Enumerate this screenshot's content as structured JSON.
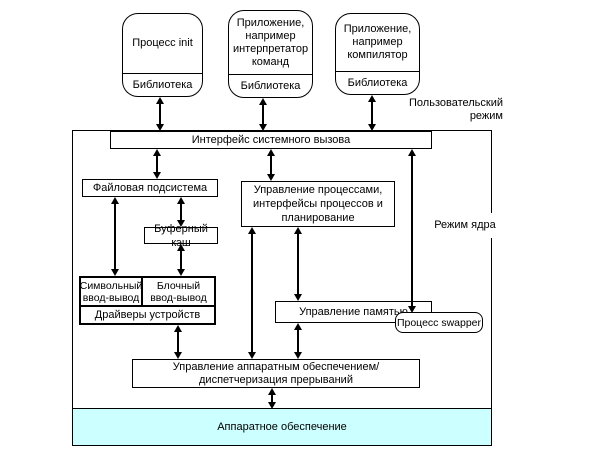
{
  "user_mode": {
    "label": "Пользовательский режим",
    "boxes": [
      {
        "title": "Процесс init",
        "library": "Библиотека"
      },
      {
        "title": "Приложение, например интерпретатор команд",
        "library": "Библиотека"
      },
      {
        "title": "Приложение, например компилятор",
        "library": "Библиотека"
      }
    ]
  },
  "kernel": {
    "label": "Режим ядра",
    "syscall_interface": "Интерфейс системного вызова",
    "file_subsystem": "Файловая подсистема",
    "process_control": "Управление процессами, интерфейсы процессов и планирование",
    "buffer_cache": "Буферный кэш",
    "char_io": "Символьный ввод-вывод",
    "block_io": "Блочный ввод-вывод",
    "device_drivers": "Драйверы устройств",
    "memory_management": "Управление памятью",
    "swapper": "Процесс swapper",
    "hw_control_lines": [
      "Управление аппаратным обеспечением/",
      "диспетчеризация прерываний"
    ]
  },
  "hardware": {
    "label": "Аппаратное обеспечение",
    "color": "#ccffff"
  }
}
